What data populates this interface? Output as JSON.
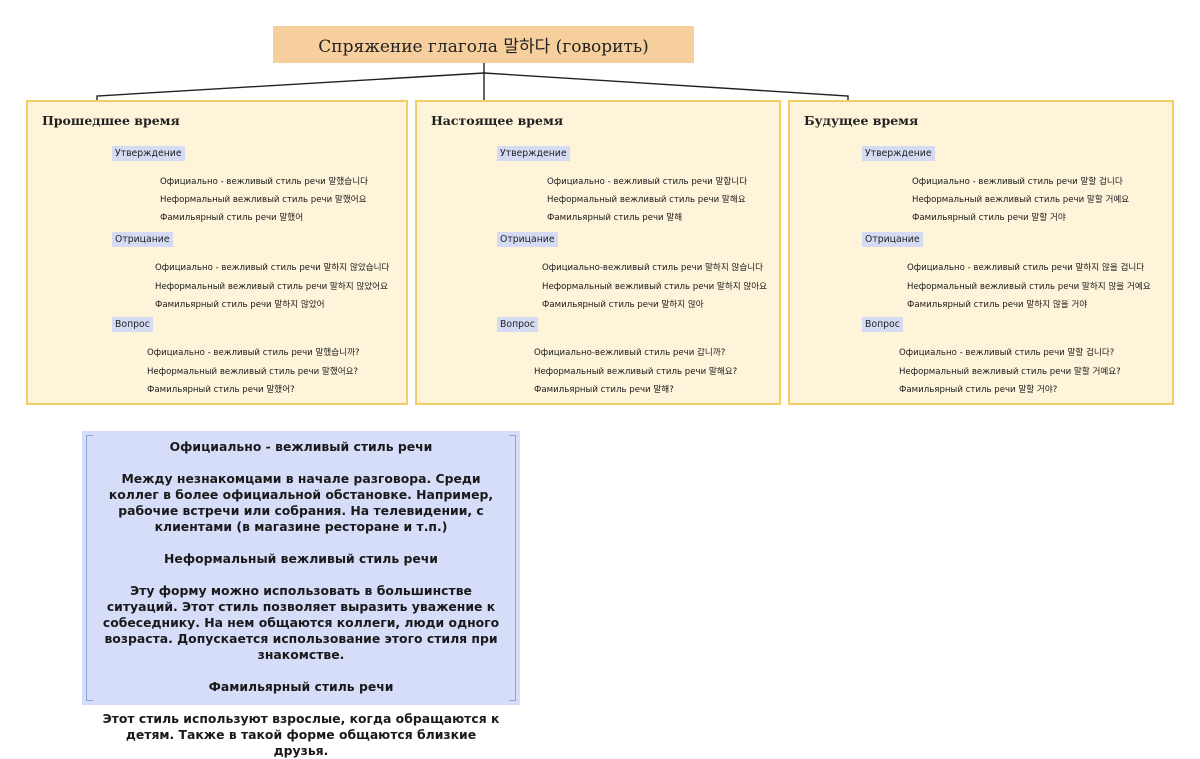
{
  "diagram": {
    "title": "Спряжение глагола 말하다 (говорить)",
    "panels": [
      {
        "title": "Прошедшее время",
        "affirmation": "Утверждение",
        "aff_formal": "Официально - вежливый стиль речи 말했습니다",
        "aff_informal": "Неформальный вежливый стиль речи 말했어요",
        "aff_familiar": "Фамильярный стиль речи 말했어",
        "negation": "Отрицание",
        "neg_formal": "Официально - вежливый стиль речи  말하지 않았습니다",
        "neg_informal": "Неформальный вежливый стиль речи 말하지 않았어요",
        "neg_familiar": "Фамильярный стиль речи 말하지 않았어",
        "question": "Вопрос",
        "q_formal": "Официально - вежливый стиль речи 말했습니까?",
        "q_informal": "Неформальный вежливый стиль речи 말했어요?",
        "q_familiar": "Фамильярный стиль речи 말했어?"
      },
      {
        "title": "Настоящее время",
        "affirmation": "Утверждение",
        "aff_formal": "Официально - вежливый стиль речи 말합니다",
        "aff_informal": "Неформальный вежливый стиль речи 말해요",
        "aff_familiar": "Фамильярный стиль речи 말해",
        "negation": "Отрицание",
        "neg_formal": "Официально-вежливый стиль речи 말하지 않습니다",
        "neg_informal": "Неформальный вежливый стиль речи 말하지 않아요",
        "neg_familiar": "Фамильярный стиль речи 말하지 않아",
        "question": "Вопрос",
        "q_formal": "Официально-вежливый стиль речи 갑니까?",
        "q_informal": "Неформальный вежливый стиль речи 말해요?",
        "q_familiar": "Фамильярный стиль речи 말해?"
      },
      {
        "title": "Будущее время",
        "affirmation": "Утверждение",
        "aff_formal": "Официально - вежливый стиль речи 말할 겁니다",
        "aff_informal": "Неформальный вежливый стиль речи 말할 거예요",
        "aff_familiar": "Фамильярный стиль речи 말할 거야",
        "negation": "Отрицание",
        "neg_formal": "Официально - вежливый стиль речи  말하지 않을 겁니다",
        "neg_informal": "Неформальный вежливый стиль речи 말하지 않을 거예요",
        "neg_familiar": "Фамильярный стиль речи 말하지 않을 거야",
        "question": "Вопрос",
        "q_formal": "Официально - вежливый стиль речи 말할 겁니다?",
        "q_informal": "Неформальный вежливый стиль речи 말할 거예요?",
        "q_familiar": "Фамильярный стиль речи 말할 거야?"
      }
    ]
  },
  "info": {
    "formal_heading": "Официально - вежливый стиль речи",
    "formal_text": "Между незнакомцами в начале разговора. Среди коллег в более официальной обстановке. Например, рабочие встречи или собрания. На телевидении, с клиентами (в магазине ресторане и т.п.)",
    "informal_heading": "Неформальный вежливый стиль речи",
    "informal_text": "Эту форму можно использовать в большинстве ситуаций. Этот стиль позволяет выразить уважение к собеседнику. На нем общаются коллеги, люди одного возраста. Допускается использование этого стиля при знакомстве.",
    "familiar_heading": "Фамильярный стиль речи",
    "familiar_text": "Этот стиль используют взрослые, когда обращаются к детям. Также в такой форме общаются близкие друзья."
  },
  "colors": {
    "root_fill": "#f7cf9c",
    "panel_fill": "#fdf4d9",
    "panel_border": "#f4cd68",
    "category_fill": "#d4dbf3",
    "info_fill": "#d5ddf9",
    "line": "#222222"
  }
}
